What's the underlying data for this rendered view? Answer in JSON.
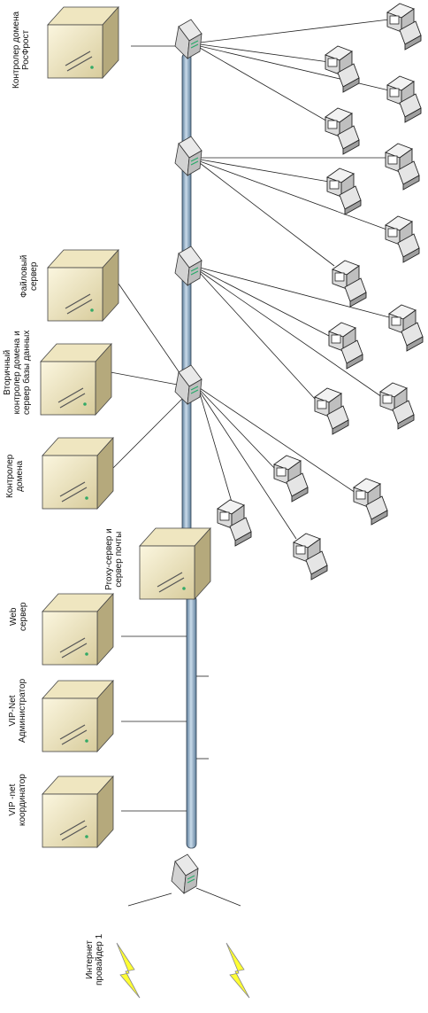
{
  "labels": {
    "rosfrost_dc": [
      "Контролер домена",
      "РосФрост"
    ],
    "file_server": [
      "Файловый",
      "сервер"
    ],
    "secondary_dc": [
      "Вторичный",
      "контролер домена и",
      "сервер базы данных"
    ],
    "domain_controller": [
      "Контролер",
      "домена"
    ],
    "proxy_mail": [
      "Proxy-сервер и",
      "сервер почты"
    ],
    "web_server": [
      "Web",
      "сервер"
    ],
    "vipnet_admin": [
      "VIP-Net",
      "Администратор"
    ],
    "vipnet_coord": [
      "VIP -net",
      "координатор"
    ],
    "isp": [
      "Интернет",
      "провайдер 1"
    ]
  },
  "colors": {
    "server_face": "#f4ecc8",
    "server_side": "#b9ad82",
    "backbone": "#9eb7cc",
    "lightning": "#ffff33"
  }
}
